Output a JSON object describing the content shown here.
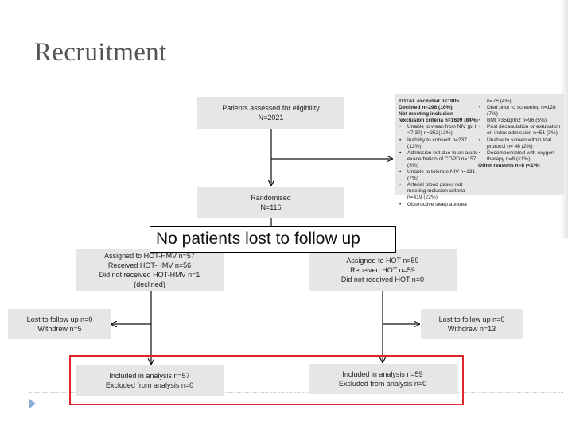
{
  "title": "Recruitment",
  "boxes": {
    "assessed": [
      "Patients assessed for eligibility",
      "N=2021"
    ],
    "randomised": [
      "Randomised",
      "N=116"
    ],
    "hotHmv": [
      "Assigned to HOT-HMV n=57",
      "Received HOT-HMV n=56",
      "Did not received HOT-HMV n=1",
      "(declined)"
    ],
    "hot": [
      "Assigned to HOT n=59",
      "Received HOT n=59",
      "Did not received HOT n=0"
    ],
    "lostLeft": [
      "Lost to follow up n=0",
      "Withdrew n=5"
    ],
    "lostRight": [
      "Lost to follow up n=0",
      "Withdrew n=13"
    ],
    "analysisLeft": [
      "Included in analysis n=57",
      "Excluded from analysis n=0"
    ],
    "analysisRight": [
      "Included in analysis n=59",
      "Excluded from analysis n=0"
    ]
  },
  "exclusion": {
    "total": "TOTAL excluded n=1905",
    "declined": "Declined n=296 (16%)",
    "notMeeting": "Not meeting inclusion /exclusion criteria n=1609 (84%)",
    "col1Bullets": [
      "Unable to wean from NIV (pH <7.30) n=252(13%)",
      "Inability to consent n=237 (12%)",
      "Admission not due to an acute exacerbation of COPD n=157 (8%)",
      "Unable to tolerate NIV n=131 (7%)",
      "Arterial blood gases not meeting inclusion criteria n=419 (22%)",
      "Obstructive sleep apnoea"
    ],
    "col2Lead": "n=76 (4%)",
    "col2Bullets": [
      "Died prior to screening n=128 (7%)",
      "BMI >35kg/m2 n=96 (5%)",
      "Post decanulation or extubation on index admission n=51 (3%)",
      "Unable to screen within trial protocol n= 46 (2%)",
      "Decompensated with oxygen therapy n=8 (<1%)"
    ],
    "other": "Other reasons n=8 (<1%)"
  },
  "callout": "No patients lost to follow up",
  "colors": {
    "box": "#e6e6e6",
    "highlight": "#e0262b",
    "bulletTriangle": "#8aaed3"
  }
}
